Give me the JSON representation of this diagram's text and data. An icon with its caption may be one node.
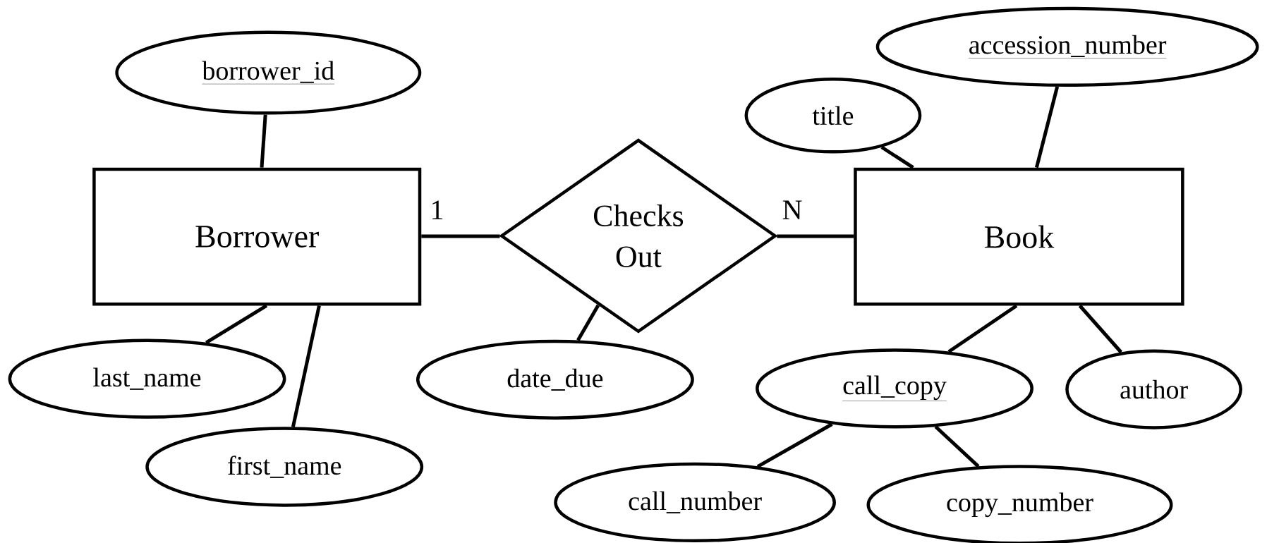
{
  "diagram": {
    "nodes": [
      {
        "text": [
          "Borrower"
        ]
      },
      {
        "text": [
          "borrower_id"
        ]
      },
      {
        "text": [
          "last_name"
        ]
      },
      {
        "text": [
          "first_name"
        ]
      },
      {
        "text": [
          "Checks Out"
        ]
      },
      {
        "text": [
          "date_due"
        ]
      },
      {
        "text": [
          "Book"
        ]
      },
      {
        "text": [
          "title"
        ]
      },
      {
        "text": [
          "accession_number"
        ]
      },
      {
        "text": [
          "call_copy"
        ]
      },
      {
        "text": [
          "author"
        ]
      },
      {
        "text": [
          "call_number"
        ]
      },
      {
        "text": [
          "copy_number"
        ]
      }
    ],
    "edges": [
      {
        "from": 0,
        "to": 1,
        "arrow": "none"
      },
      {
        "from": 0,
        "to": 2,
        "arrow": "none"
      },
      {
        "from": 0,
        "to": 3,
        "arrow": "none"
      },
      {
        "from": 0,
        "to": 4,
        "arrow": "none",
        "label": "1"
      },
      {
        "from": 4,
        "to": 5,
        "arrow": "none"
      },
      {
        "from": 4,
        "to": 6,
        "arrow": "none",
        "label": "N"
      },
      {
        "from": 6,
        "to": 7,
        "arrow": "none"
      },
      {
        "from": 6,
        "to": 8,
        "arrow": "none"
      },
      {
        "from": 6,
        "to": 9,
        "arrow": "none"
      },
      {
        "from": 6,
        "to": 10,
        "arrow": "none"
      },
      {
        "from": 9,
        "to": 11,
        "arrow": "none"
      },
      {
        "from": 9,
        "to": 12,
        "arrow": "none"
      }
    ]
  }
}
